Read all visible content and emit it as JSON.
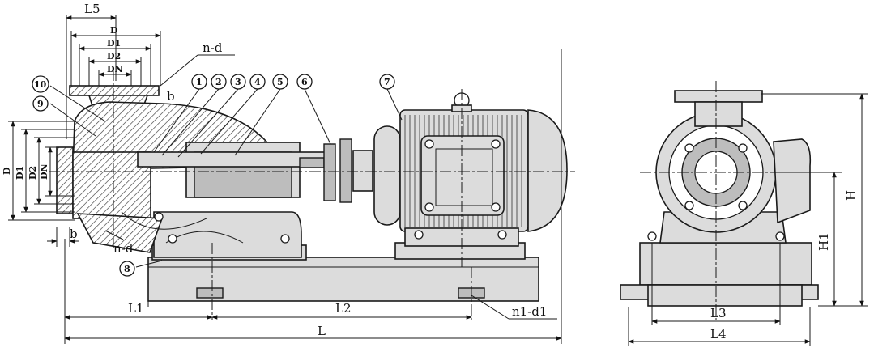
{
  "dimensions": {
    "L5": "L5",
    "D": "D",
    "D1": "D1",
    "D2": "D2",
    "DN": "DN",
    "n_d": "n-d",
    "b": "b",
    "L1": "L1",
    "L2": "L2",
    "L": "L",
    "n1_d1": "n1-d1",
    "L3": "L3",
    "L4": "L4",
    "H": "H",
    "H1": "H1"
  },
  "parts": [
    "1",
    "2",
    "3",
    "4",
    "5",
    "6",
    "7",
    "8",
    "9",
    "10"
  ]
}
